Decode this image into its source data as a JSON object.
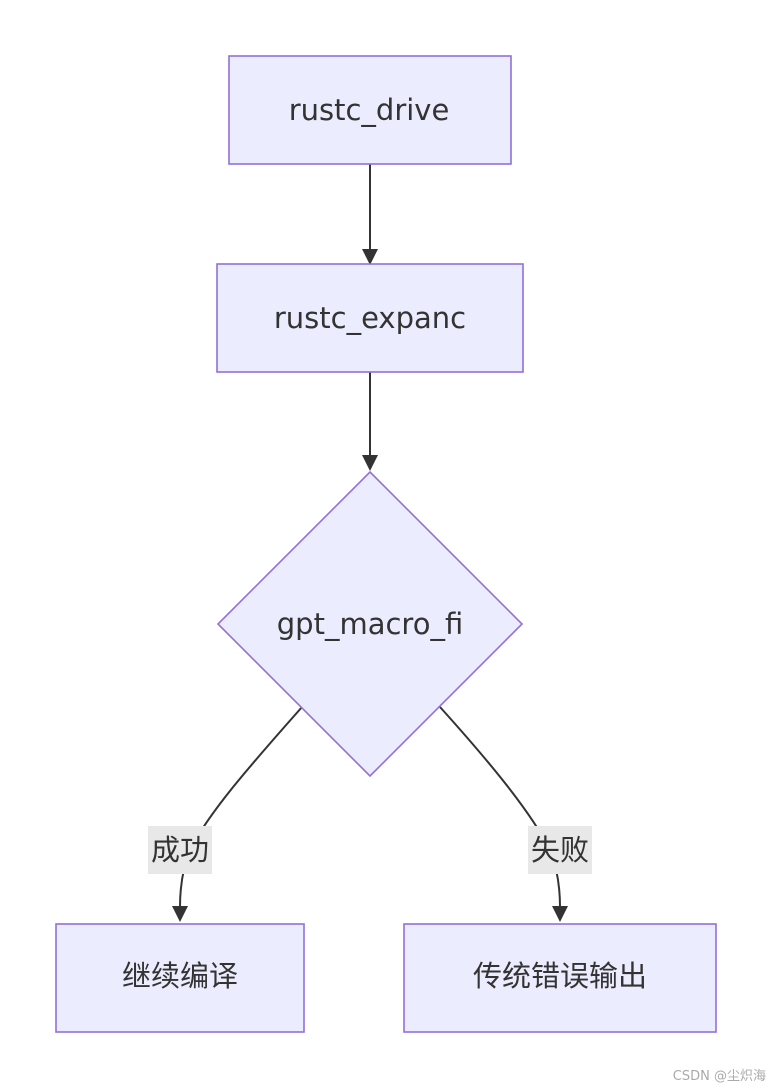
{
  "nodes": {
    "driver": {
      "label": "rustc_drive"
    },
    "expand": {
      "label": "rustc_expanc"
    },
    "decision": {
      "label": "gpt_macro_fi"
    },
    "continue": {
      "label": "继续编译"
    },
    "error": {
      "label": "传统错误输出"
    }
  },
  "edges": {
    "success_label": "成功",
    "failure_label": "失败"
  },
  "watermark": "CSDN @尘炽海",
  "colors": {
    "node_fill": "#ECECFF",
    "node_stroke": "#9370DB",
    "edge": "#333333",
    "label_bg": "#e8e8e8"
  }
}
